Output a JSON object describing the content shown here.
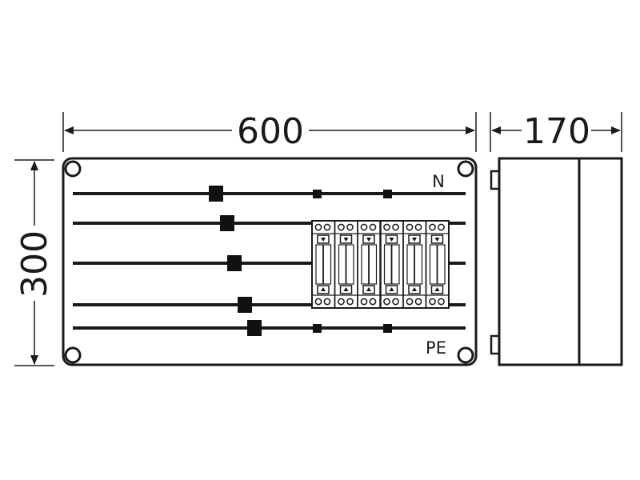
{
  "dimensions": {
    "width": "600",
    "height": "300",
    "depth": "170"
  },
  "labels": {
    "neutral": "N",
    "protective_earth": "PE"
  }
}
